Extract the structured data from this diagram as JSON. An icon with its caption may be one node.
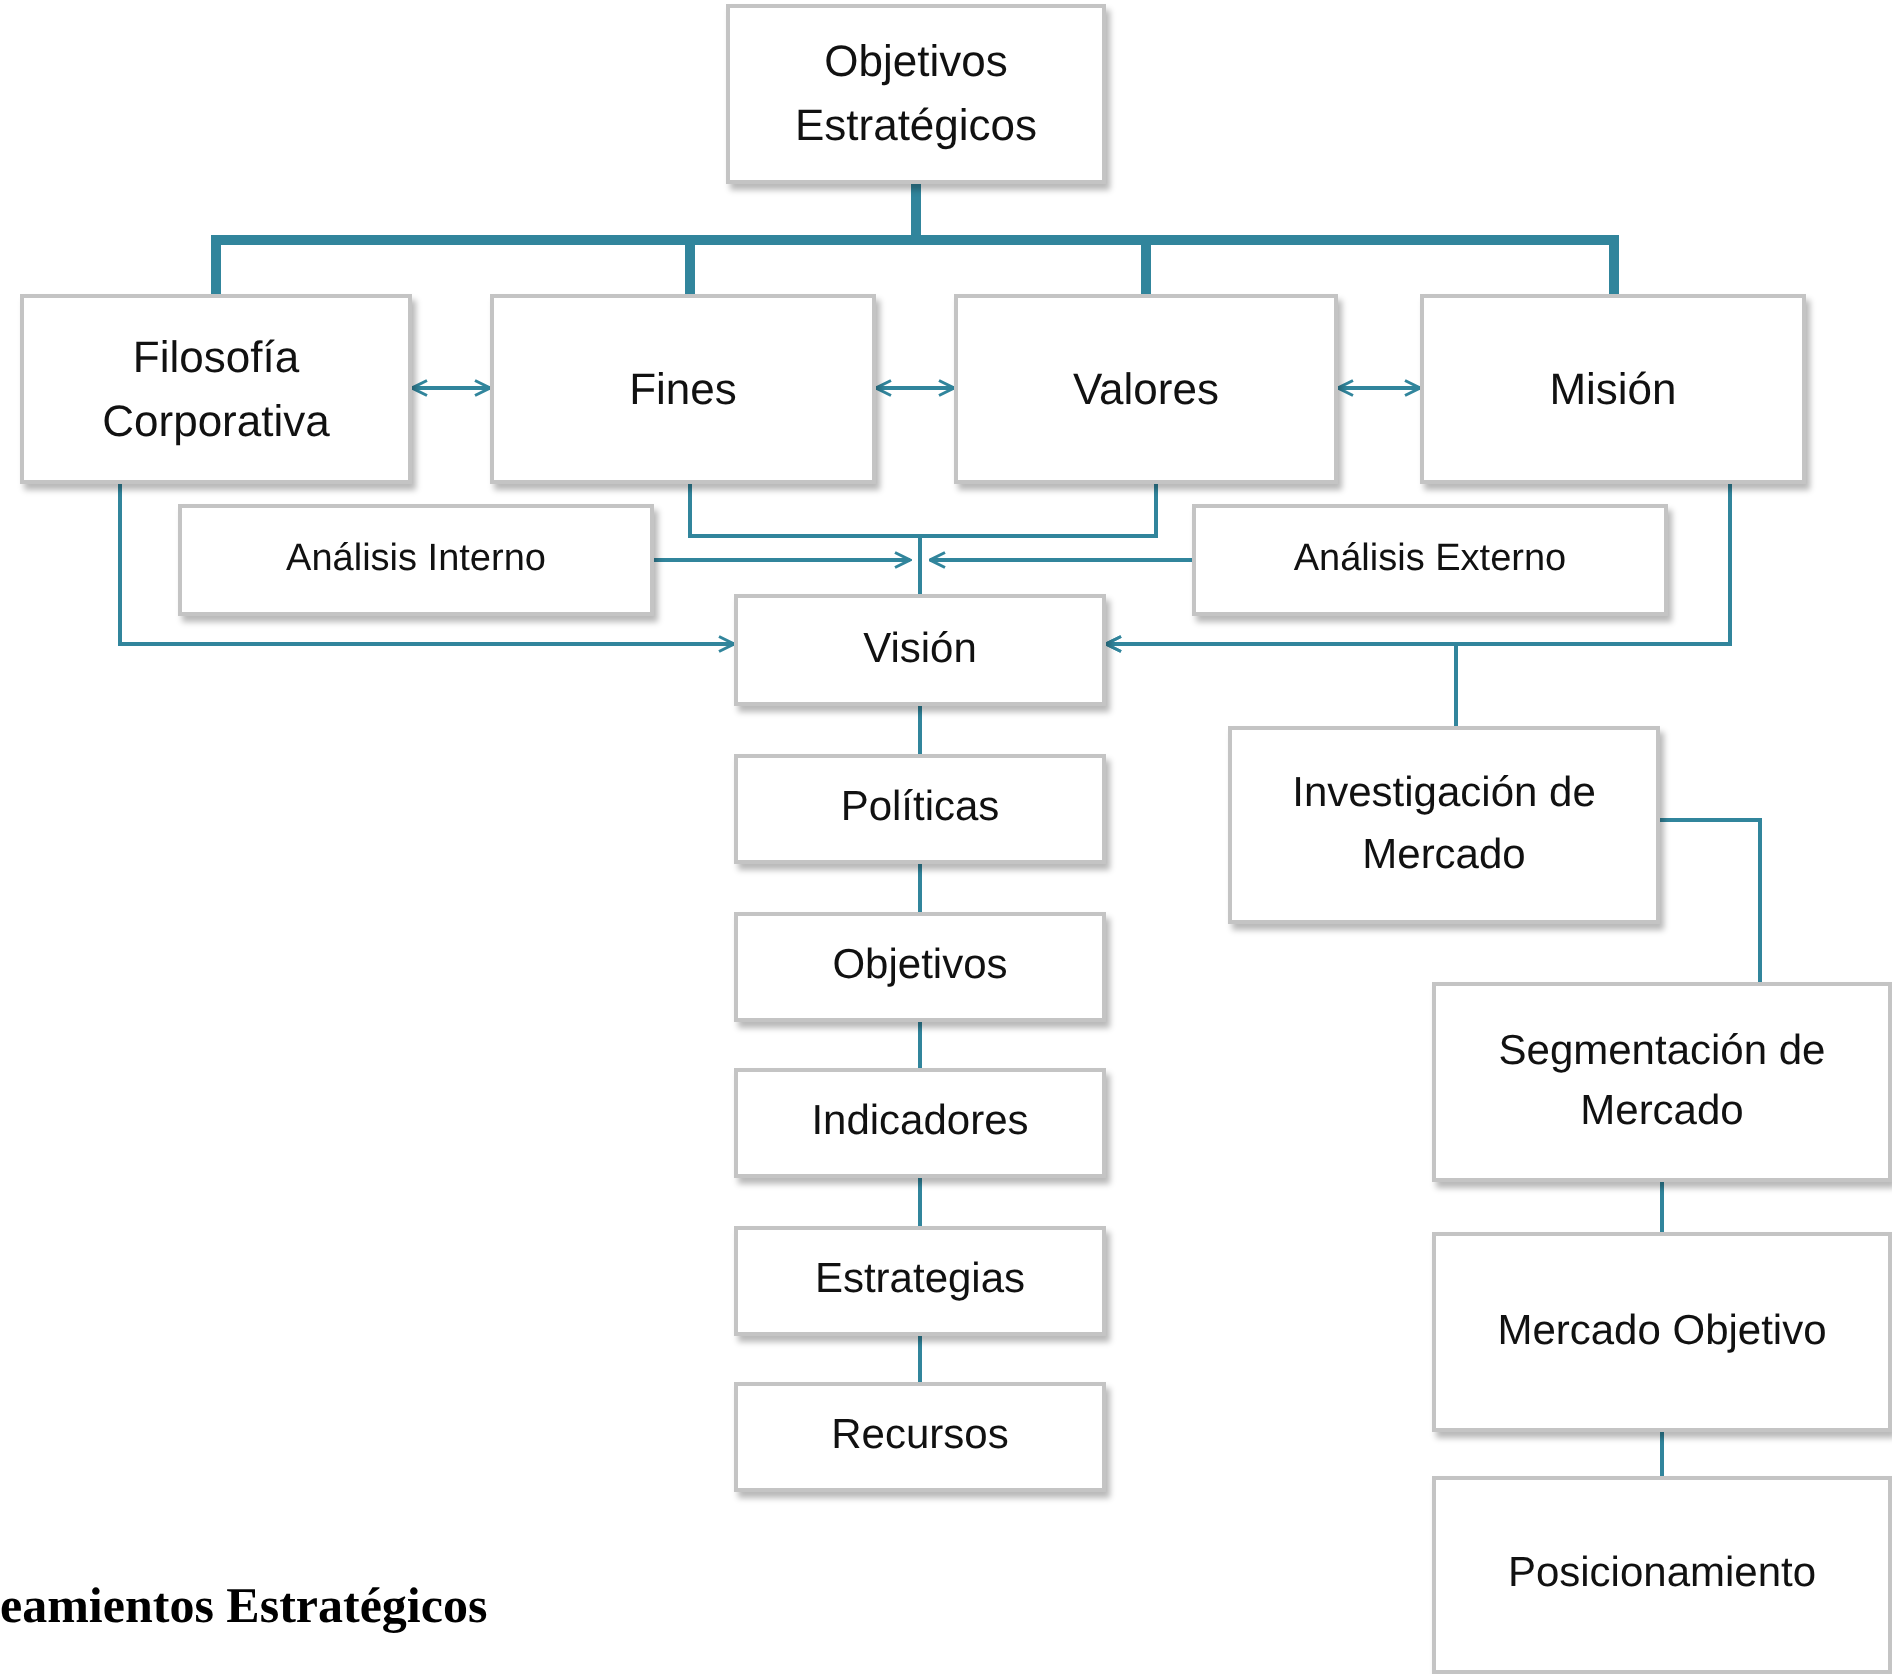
{
  "diagram": {
    "nodes": [
      {
        "text": [
          "Objetivos Estratégicos"
        ]
      },
      {
        "text": [
          "Filosofía Corporativa"
        ]
      },
      {
        "text": [
          "Fines"
        ]
      },
      {
        "text": [
          "Valores"
        ]
      },
      {
        "text": [
          "Misión"
        ]
      },
      {
        "text": [
          "Análisis Interno"
        ]
      },
      {
        "text": [
          "Análisis Externo"
        ]
      },
      {
        "text": [
          "Visión"
        ]
      },
      {
        "text": [
          "Investigación de Mercado"
        ]
      },
      {
        "text": [
          "Políticas"
        ]
      },
      {
        "text": [
          "Objetivos"
        ]
      },
      {
        "text": [
          "Indicadores"
        ]
      },
      {
        "text": [
          "Estrategias"
        ]
      },
      {
        "text": [
          "Recursos"
        ]
      },
      {
        "text": [
          "Segmentación de Mercado"
        ]
      },
      {
        "text": [
          "Mercado Objetivo"
        ]
      },
      {
        "text": [
          "Posicionamiento"
        ]
      }
    ],
    "edges": [
      {
        "from": 0,
        "to": 1,
        "arrow": "none",
        "style": "thick"
      },
      {
        "from": 0,
        "to": 2,
        "arrow": "none",
        "style": "thick"
      },
      {
        "from": 0,
        "to": 3,
        "arrow": "none",
        "style": "thick"
      },
      {
        "from": 0,
        "to": 4,
        "arrow": "none",
        "style": "thick"
      },
      {
        "from": 1,
        "to": 2,
        "arrow": "both"
      },
      {
        "from": 2,
        "to": 3,
        "arrow": "both"
      },
      {
        "from": 3,
        "to": 4,
        "arrow": "both"
      },
      {
        "from": 2,
        "to": 7,
        "arrow": "none"
      },
      {
        "from": 3,
        "to": 7,
        "arrow": "none"
      },
      {
        "from": 5,
        "to": 7,
        "arrow": "to"
      },
      {
        "from": 6,
        "to": 7,
        "arrow": "to"
      },
      {
        "from": 1,
        "to": 7,
        "arrow": "to"
      },
      {
        "from": 4,
        "to": 7,
        "arrow": "to"
      },
      {
        "from": 8,
        "to": 7,
        "arrow": "to"
      },
      {
        "from": 7,
        "to": 9,
        "arrow": "none"
      },
      {
        "from": 9,
        "to": 10,
        "arrow": "none"
      },
      {
        "from": 10,
        "to": 11,
        "arrow": "none"
      },
      {
        "from": 11,
        "to": 12,
        "arrow": "none"
      },
      {
        "from": 12,
        "to": 13,
        "arrow": "none"
      },
      {
        "from": 8,
        "to": 14,
        "arrow": "none"
      },
      {
        "from": 14,
        "to": 15,
        "arrow": "none"
      },
      {
        "from": 15,
        "to": 16,
        "arrow": "none"
      }
    ],
    "caption": "eamientos Estratégicos"
  }
}
